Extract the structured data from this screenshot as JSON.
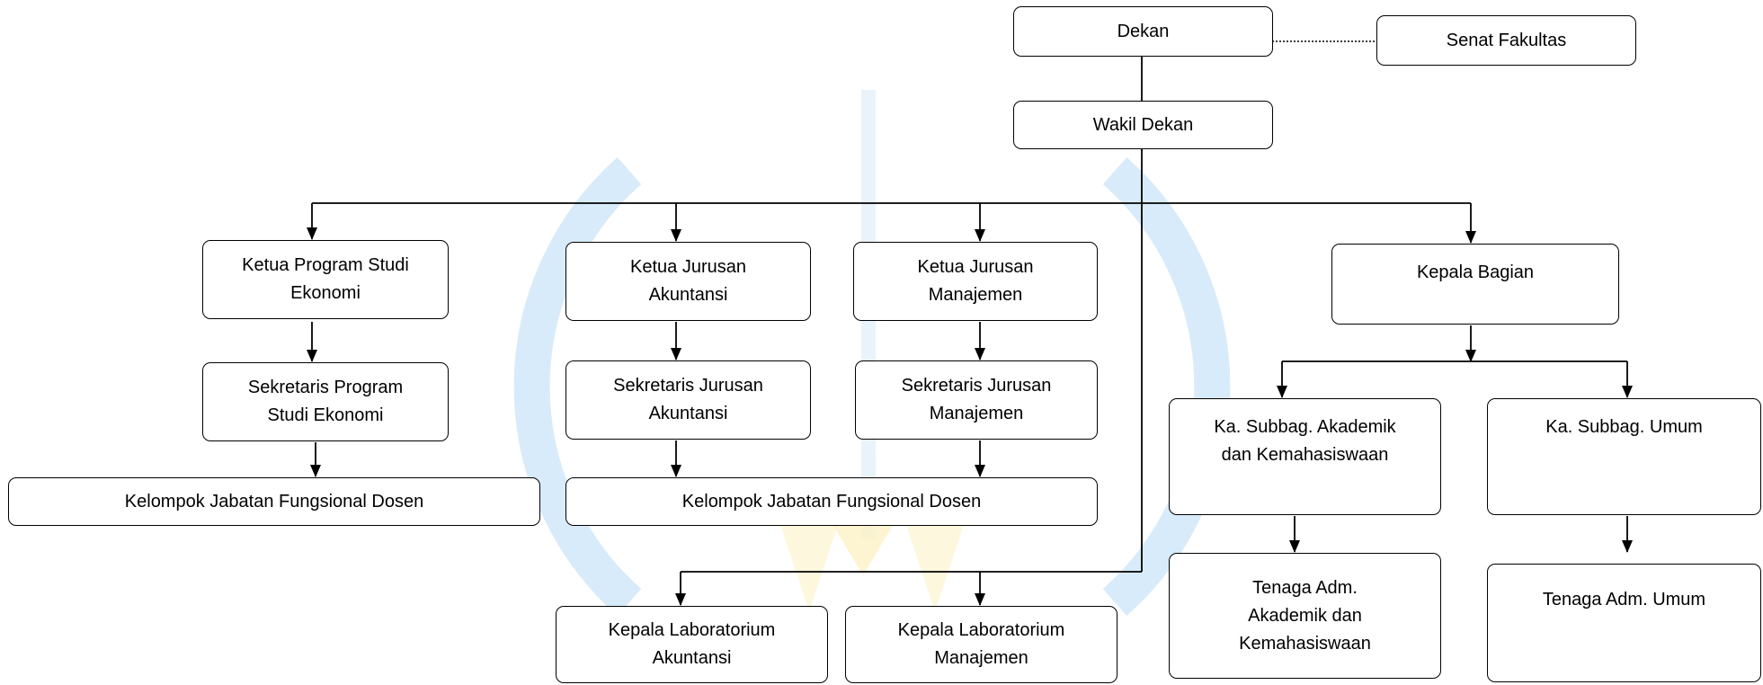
{
  "colors": {
    "line": "#000000",
    "box_fill": "#ffffff",
    "watermark_blue": "#4da3e8",
    "watermark_gold": "#f5c400"
  },
  "boxes": {
    "dekan": "Dekan",
    "senat": "Senat Fakultas",
    "wakil": "Wakil Dekan",
    "kps_ekonomi": "Ketua Program Studi\nEkonomi",
    "kj_akuntansi": "Ketua Jurusan\nAkuntansi",
    "kj_manajemen": "Ketua Jurusan\nManajemen",
    "kepala_bagian": "Kepala Bagian",
    "sps_ekonomi": "Sekretaris Program\nStudi Ekonomi",
    "sj_akuntansi": "Sekretaris Jurusan\nAkuntansi",
    "sj_manajemen": "Sekretaris Jurusan\nManajemen",
    "kjfd_left": "Kelompok Jabatan Fungsional Dosen",
    "kjfd_mid": "Kelompok Jabatan Fungsional Dosen",
    "subbag_akademik": "Ka. Subbag. Akademik\ndan Kemahasiswaan",
    "subbag_umum": "Ka. Subbag. Umum",
    "tenaga_akademik": "Tenaga Adm.\nAkademik dan\nKemahasiswaan",
    "tenaga_umum": "Tenaga Adm. Umum",
    "lab_akuntansi": "Kepala Laboratorium\nAkuntansi",
    "lab_manajemen": "Kepala Laboratorium\nManajemen"
  }
}
